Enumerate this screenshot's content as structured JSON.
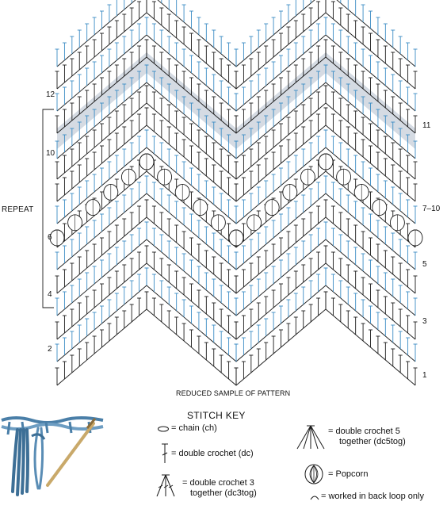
{
  "caption": "REDUCED SAMPLE OF PATTERN",
  "repeat_label": "REPEAT",
  "row_labels_left": [
    "12",
    "10",
    "6",
    "4",
    "2"
  ],
  "row_labels_right": [
    "11",
    "7–10",
    "5",
    "3",
    "1"
  ],
  "stitch_key": {
    "title": "STITCH KEY",
    "chain": "= chain (ch)",
    "dc": "= double crochet (dc)",
    "dc3tog_line1": "= double crochet 3",
    "dc3tog_line2": "together (dc3tog)",
    "dc5tog_line1": "= double crochet 5",
    "dc5tog_line2": "together (dc5tog)",
    "popcorn": "= Popcorn",
    "back_loop": "= worked in back loop only"
  },
  "colors": {
    "black_stitch": "#1a1a1a",
    "blue_stitch": "#3b8cc4",
    "highlight_band": "#d5dbe3",
    "yarn_blue": "#4a7fa8"
  },
  "icons": [
    "chain-icon",
    "double-crochet-icon",
    "dc3tog-icon",
    "dc5tog-icon",
    "popcorn-icon",
    "back-loop-icon",
    "yarn-fringe-illustration"
  ]
}
